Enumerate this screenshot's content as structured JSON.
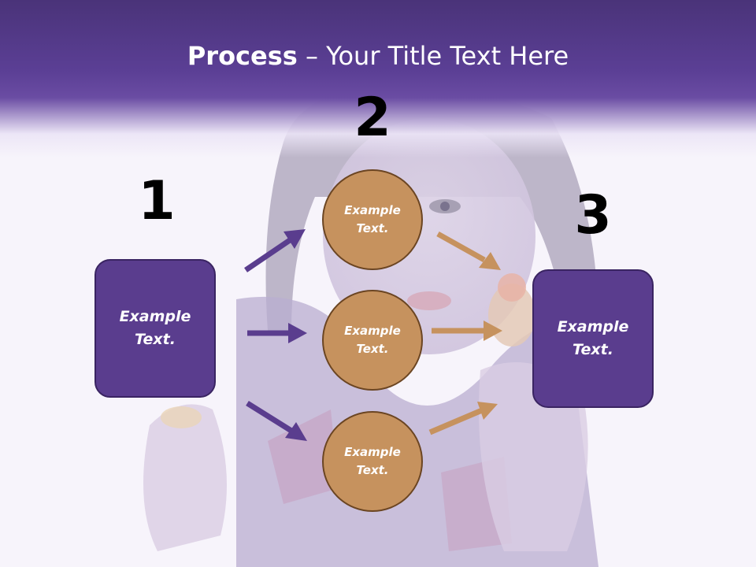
{
  "title": {
    "bold": "Process",
    "rest": " – Your Title Text Here"
  },
  "steps": {
    "n1": "1",
    "n2": "2",
    "n3": "3"
  },
  "left_box": {
    "text": "Example Text."
  },
  "right_box": {
    "text": "Example Text."
  },
  "circles": [
    {
      "text": "Example Text."
    },
    {
      "text": "Example Text."
    },
    {
      "text": "Example Text."
    }
  ],
  "colors": {
    "purple": "#5a3d8e",
    "tan": "#c6925e",
    "header": "#5b3f95"
  },
  "background": {
    "subject": "woman holding fruit tart",
    "tint": "lavender"
  }
}
